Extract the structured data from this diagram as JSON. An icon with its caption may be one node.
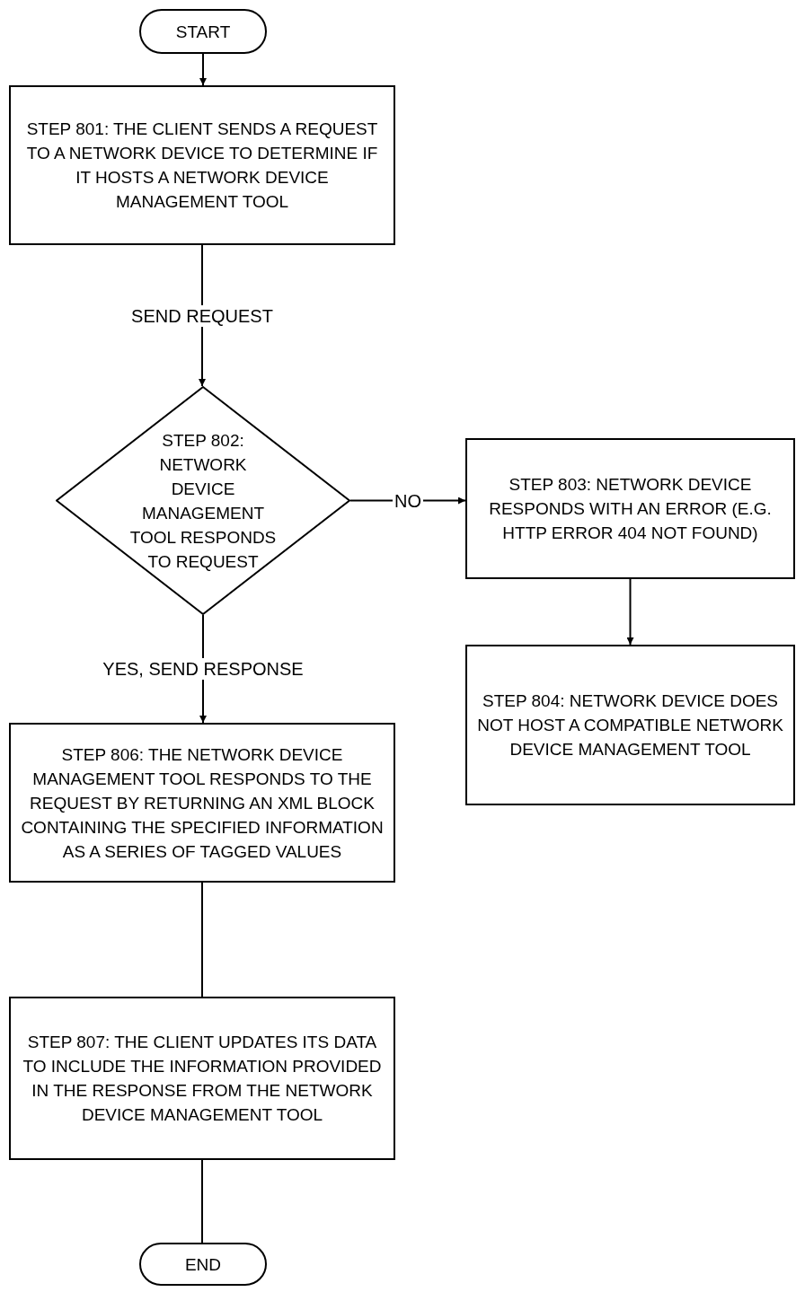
{
  "diagram": {
    "nodes": [
      {
        "text": [
          "START"
        ]
      },
      {
        "text": [
          "STEP 801: THE CLIENT SENDS A REQUEST TO A NETWORK DEVICE TO DETERMINE IF IT HOSTS A NETWORK DEVICE MANAGEMENT TOOL"
        ]
      },
      {
        "text": [
          "STEP 802: NETWORK DEVICE MANAGEMENT TOOL RESPONDS TO REQUEST"
        ]
      },
      {
        "text": [
          "STEP 803: NETWORK DEVICE RESPONDS WITH AN ERROR (E.G. HTTP ERROR 404 NOT FOUND)"
        ]
      },
      {
        "text": [
          "STEP 804: NETWORK DEVICE DOES NOT HOST A COMPATIBLE NETWORK DEVICE MANAGEMENT TOOL"
        ]
      },
      {
        "text": [
          "STEP 806: THE NETWORK DEVICE MANAGEMENT TOOL RESPONDS TO THE REQUEST BY RETURNING AN XML BLOCK CONTAINING THE SPECIFIED INFORMATION AS A SERIES OF TAGGED VALUES"
        ]
      },
      {
        "text": [
          "STEP 807: THE CLIENT UPDATES ITS DATA TO INCLUDE THE INFORMATION PROVIDED IN THE RESPONSE FROM THE NETWORK DEVICE MANAGEMENT TOOL"
        ]
      },
      {
        "text": [
          "END"
        ]
      }
    ],
    "edges": [
      {
        "from": 0,
        "to": 1,
        "arrow": "to"
      },
      {
        "from": 1,
        "to": 2,
        "arrow": "to",
        "label": "SEND REQUEST"
      },
      {
        "from": 2,
        "to": 3,
        "arrow": "to",
        "label": "NO"
      },
      {
        "from": 3,
        "to": 4,
        "arrow": "to"
      },
      {
        "from": 2,
        "to": 5,
        "arrow": "to",
        "label": "YES, SEND RESPONSE"
      },
      {
        "from": 5,
        "to": 6,
        "arrow": "none"
      },
      {
        "from": 6,
        "to": 7,
        "arrow": "none"
      }
    ]
  }
}
